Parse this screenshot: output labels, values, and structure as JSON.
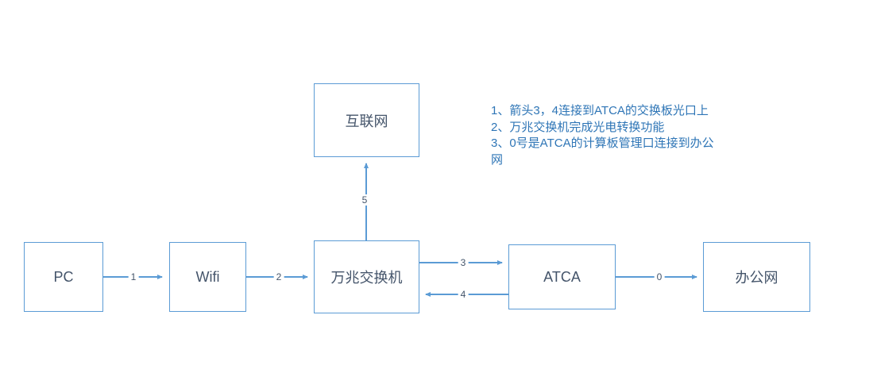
{
  "diagram": {
    "nodes": {
      "pc": {
        "label": "PC"
      },
      "wifi": {
        "label": "Wifi"
      },
      "switch": {
        "label": "万兆交换机"
      },
      "internet": {
        "label": "互联网"
      },
      "atca": {
        "label": "ATCA"
      },
      "office": {
        "label": "办公网"
      }
    },
    "edges": {
      "pc_wifi": {
        "label": "1",
        "from": "pc",
        "to": "wifi"
      },
      "wifi_switch": {
        "label": "2",
        "from": "wifi",
        "to": "switch"
      },
      "switch_atca": {
        "label": "3",
        "from": "switch",
        "to": "atca"
      },
      "atca_switch": {
        "label": "4",
        "from": "atca",
        "to": "switch"
      },
      "switch_internet": {
        "label": "5",
        "from": "switch",
        "to": "internet"
      },
      "atca_office": {
        "label": "0",
        "from": "atca",
        "to": "office"
      }
    },
    "notes": {
      "line1": "1、箭头3，4连接到ATCA的交换板光口上",
      "line2": "2、万兆交换机完成光电转换功能",
      "line3": "3、0号是ATCA的计算板管理口连接到办公网"
    },
    "colors": {
      "accent": "#5B9BD5",
      "node_text": "#44546A",
      "note_text": "#2E75B6"
    }
  }
}
